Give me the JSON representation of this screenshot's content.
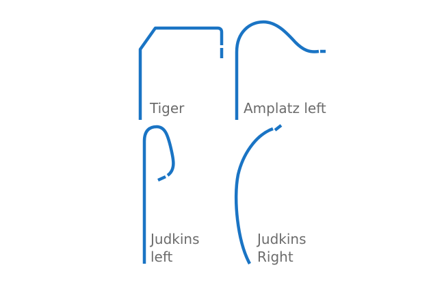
{
  "catheters": [
    {
      "id": "tiger",
      "label_lines": [
        "Tiger"
      ],
      "color": "#1a74c4"
    },
    {
      "id": "amplatz-left",
      "label_lines": [
        "Amplatz left"
      ],
      "color": "#1a74c4"
    },
    {
      "id": "judkins-left",
      "label_lines": [
        "Judkins",
        "left"
      ],
      "color": "#1a74c4"
    },
    {
      "id": "judkins-right",
      "label_lines": [
        "Judkins",
        "Right"
      ],
      "color": "#1a74c4"
    }
  ],
  "colors": {
    "background": "#ffffff",
    "stroke": "#1a74c4",
    "label_text": "#6b6b6b"
  }
}
